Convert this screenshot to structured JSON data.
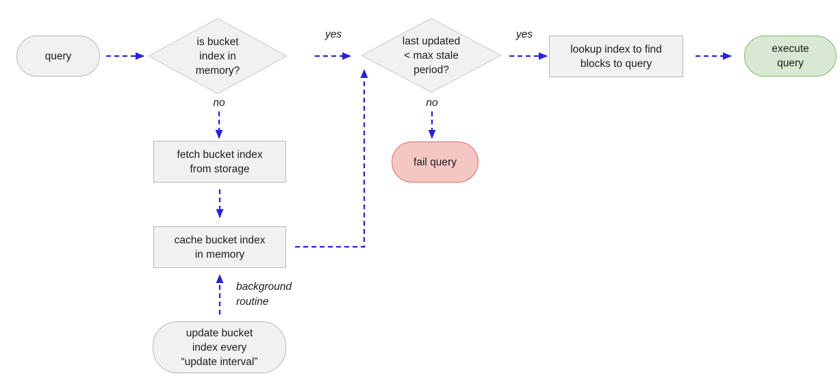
{
  "colors": {
    "node_fill": "#f1f1f1",
    "node_border": "#b7b7b7",
    "diamond_border": "#c9c9c9",
    "success_fill": "#d9e8d2",
    "success_border": "#7db666",
    "fail_fill": "#f5c7c3",
    "fail_border": "#da6a62",
    "arrow": "#2823d8",
    "text": "#1b1b1b"
  },
  "nodes": {
    "query": {
      "label": "query",
      "shape": "pill"
    },
    "memory_check": {
      "label": "is bucket\nindex in\nmemory?",
      "shape": "diamond"
    },
    "staleness_check": {
      "label": "last updated\n< max stale\nperiod?",
      "shape": "diamond"
    },
    "lookup_index": {
      "label": "lookup index to find\nblocks to query",
      "shape": "rect"
    },
    "execute_query": {
      "label": "execute\nquery",
      "shape": "pill",
      "status": "success"
    },
    "fetch_index": {
      "label": "fetch bucket index\nfrom storage",
      "shape": "rect"
    },
    "cache_index": {
      "label": "cache bucket index\nin memory",
      "shape": "rect"
    },
    "fail_query": {
      "label": "fail query",
      "shape": "pill",
      "status": "fail"
    },
    "update_index": {
      "label": "update bucket\nindex every\n“update interval”",
      "shape": "pill"
    }
  },
  "edge_labels": {
    "memory_yes": "yes",
    "memory_no": "no",
    "stale_yes": "yes",
    "stale_no": "no",
    "background_routine": "background\nroutine"
  },
  "edges": [
    {
      "from": "query",
      "to": "memory_check",
      "label": ""
    },
    {
      "from": "memory_check",
      "to": "staleness_check",
      "label": "yes"
    },
    {
      "from": "memory_check",
      "to": "fetch_index",
      "label": "no"
    },
    {
      "from": "fetch_index",
      "to": "cache_index",
      "label": ""
    },
    {
      "from": "cache_index",
      "to": "staleness_check",
      "label": ""
    },
    {
      "from": "staleness_check",
      "to": "lookup_index",
      "label": "yes"
    },
    {
      "from": "staleness_check",
      "to": "fail_query",
      "label": "no"
    },
    {
      "from": "lookup_index",
      "to": "execute_query",
      "label": ""
    },
    {
      "from": "update_index",
      "to": "cache_index",
      "label": "background routine"
    }
  ]
}
